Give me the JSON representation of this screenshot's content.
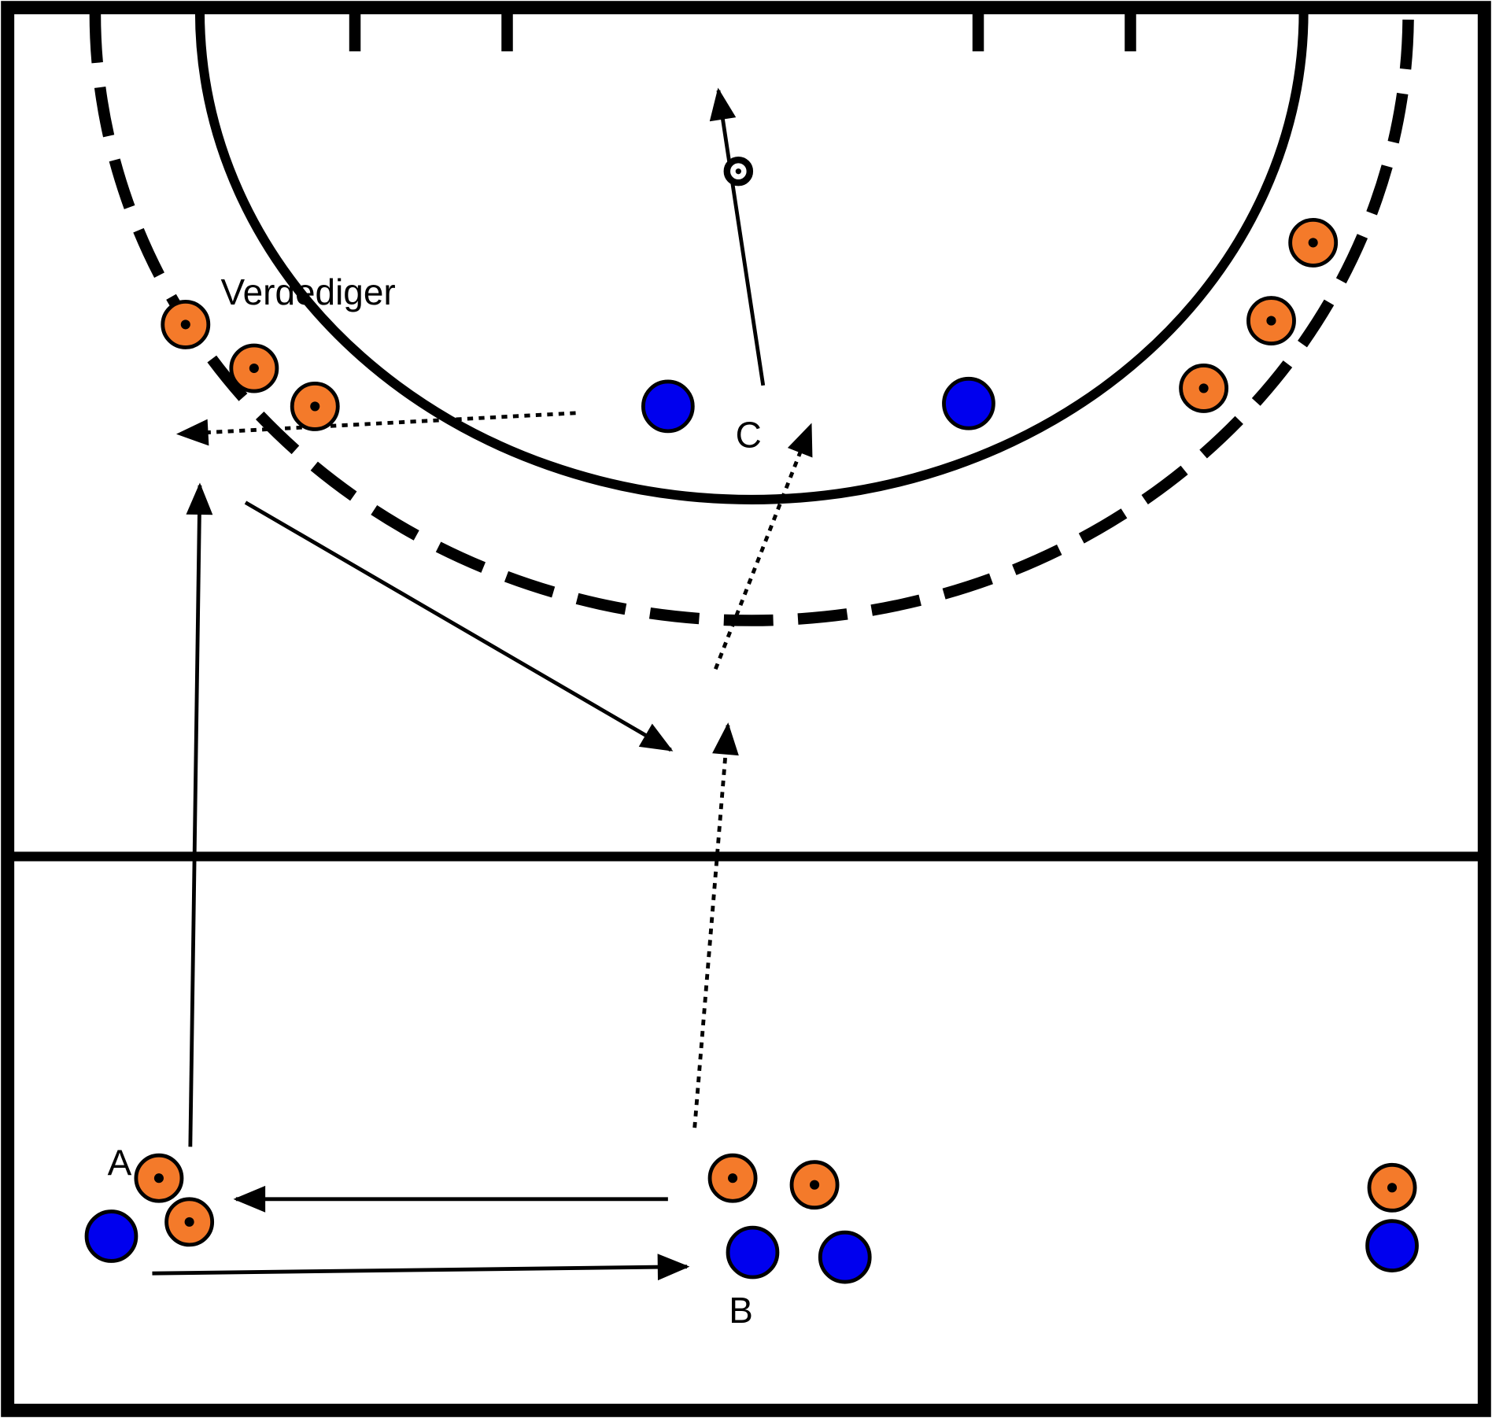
{
  "labels": {
    "defender": "Verdediger",
    "a": "A",
    "b": "B",
    "c": "C"
  },
  "colors": {
    "line": "#000000",
    "field": "#ffffff",
    "team_orange": "#f47a2a",
    "team_blue": "#0000ee"
  },
  "legend_icons": [
    "orange-player-icon",
    "blue-player-icon",
    "ball-icon",
    "pass-arrow",
    "run-arrow-dotted"
  ]
}
